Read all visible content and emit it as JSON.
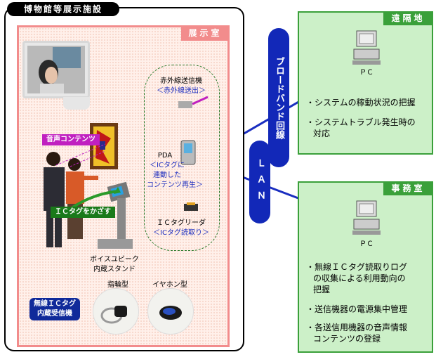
{
  "outer": {
    "title": "博物館等展示施設"
  },
  "room": {
    "label": "展示室",
    "sound_content": "音声コンテンツ",
    "ic_tag_hold": "ＩＣタグをかざす",
    "stand_label_1": "ボイスユビーク",
    "stand_label_2": "内蔵スタンド",
    "ring_type": "指輪型",
    "earphone_type": "イヤホン型",
    "wireless_1": "無線ＩＣタグ",
    "wireless_2": "内蔵受信機",
    "ir_title": "赤外線送信機",
    "ir_sub": "＜赤外線送出＞",
    "pda_title": "PDA",
    "pda_sub_1": "＜ICタグに",
    "pda_sub_2": "連動した",
    "pda_sub_3": "コンテンツ再生＞",
    "reader_title": "ＩＣタグリーダ",
    "reader_sub": "＜ICタグ読取り＞"
  },
  "links": {
    "broadband": "ブロードバンド回線",
    "lan": "ＬＡＮ"
  },
  "remote": {
    "label": "遠隔地",
    "pc": "ＰＣ",
    "items": [
      "・システムの稼動状況の把握",
      "・システムトラブル発生時の",
      "対応"
    ]
  },
  "office": {
    "label": "事務室",
    "pc": "ＰＣ",
    "items": [
      "・無線ＩＣタグ読取りログ",
      "の収集による利用動向の",
      "把握",
      "・送信機器の電源集中管理",
      "・各送信用機器の音声情報",
      "コンテンツの登録"
    ]
  },
  "colors": {
    "room_border": "#f28c8c",
    "green": "#3aa03a",
    "navy": "#1228b8"
  }
}
